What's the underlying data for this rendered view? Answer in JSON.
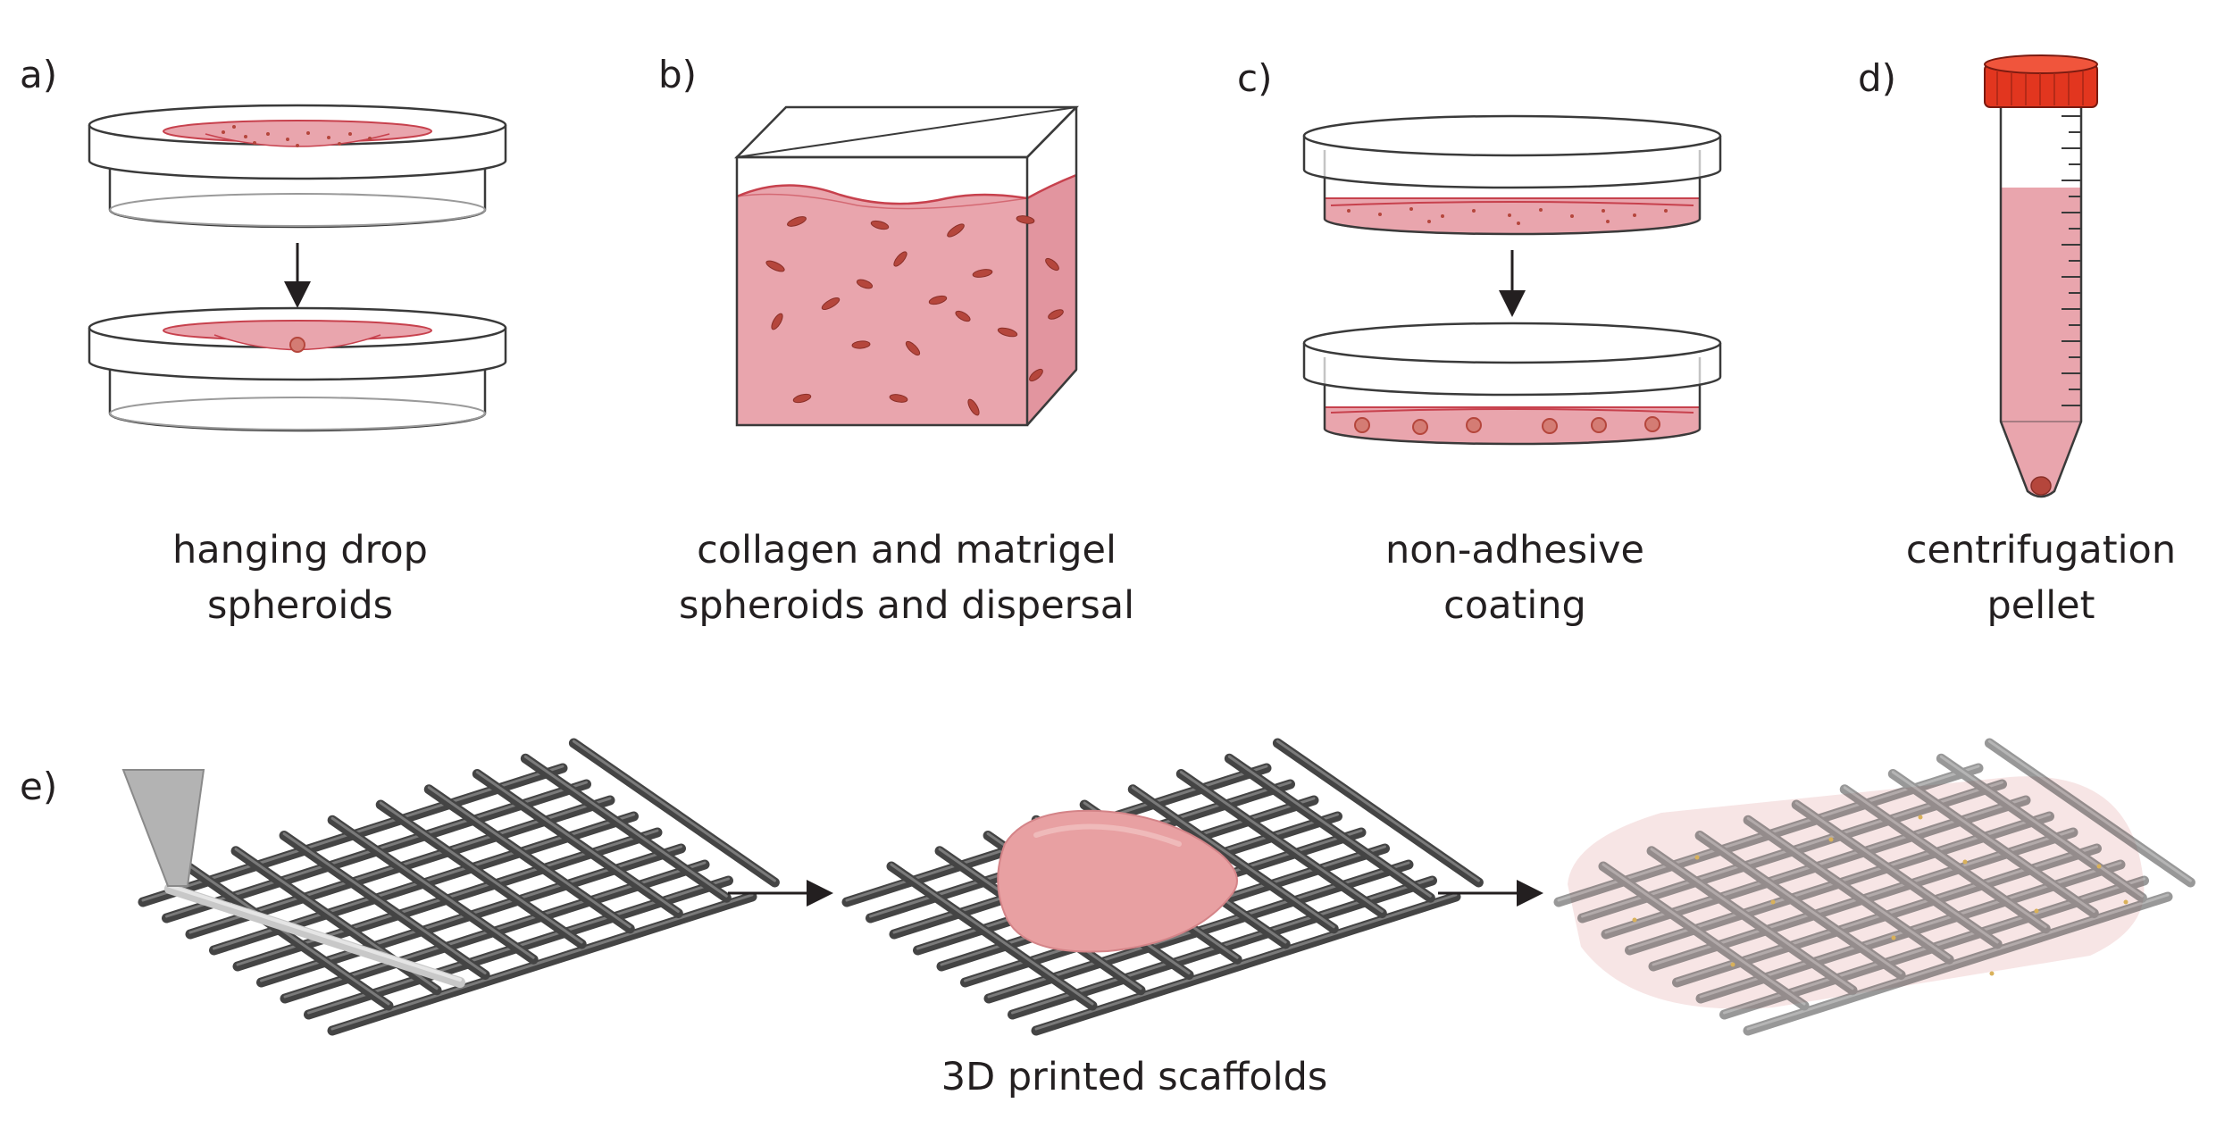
{
  "panels": {
    "a": {
      "label": "a)",
      "caption_line1": "hanging drop",
      "caption_line2": "spheroids"
    },
    "b": {
      "label": "b)",
      "caption_line1": "collagen and matrigel",
      "caption_line2": "spheroids and dispersal"
    },
    "c": {
      "label": "c)",
      "caption_line1": "non-adhesive",
      "caption_line2": "coating"
    },
    "d": {
      "label": "d)",
      "caption_line1": "centrifugation",
      "caption_line2": "pellet"
    },
    "e": {
      "label": "e)",
      "caption": "3D printed scaffolds"
    }
  },
  "colors": {
    "medium_pink": "#e9a5ad",
    "medium_edge": "#c7414d",
    "cell_dark": "#b5463c",
    "dish_outline": "#3a3a3a",
    "rod_gray": "#4a4a4a",
    "nozzle_gray": "#b3b3b3",
    "cap_red": "#e2361f",
    "tint_pink": "#f6e0e0",
    "blob_pink": "#e8a0a2"
  },
  "icons": [
    "arrow-down-icon",
    "arrow-right-icon",
    "petri-dish-icon",
    "gel-cube-icon",
    "falcon-tube-icon",
    "printing-nozzle-icon",
    "scaffold-grid-icon"
  ]
}
